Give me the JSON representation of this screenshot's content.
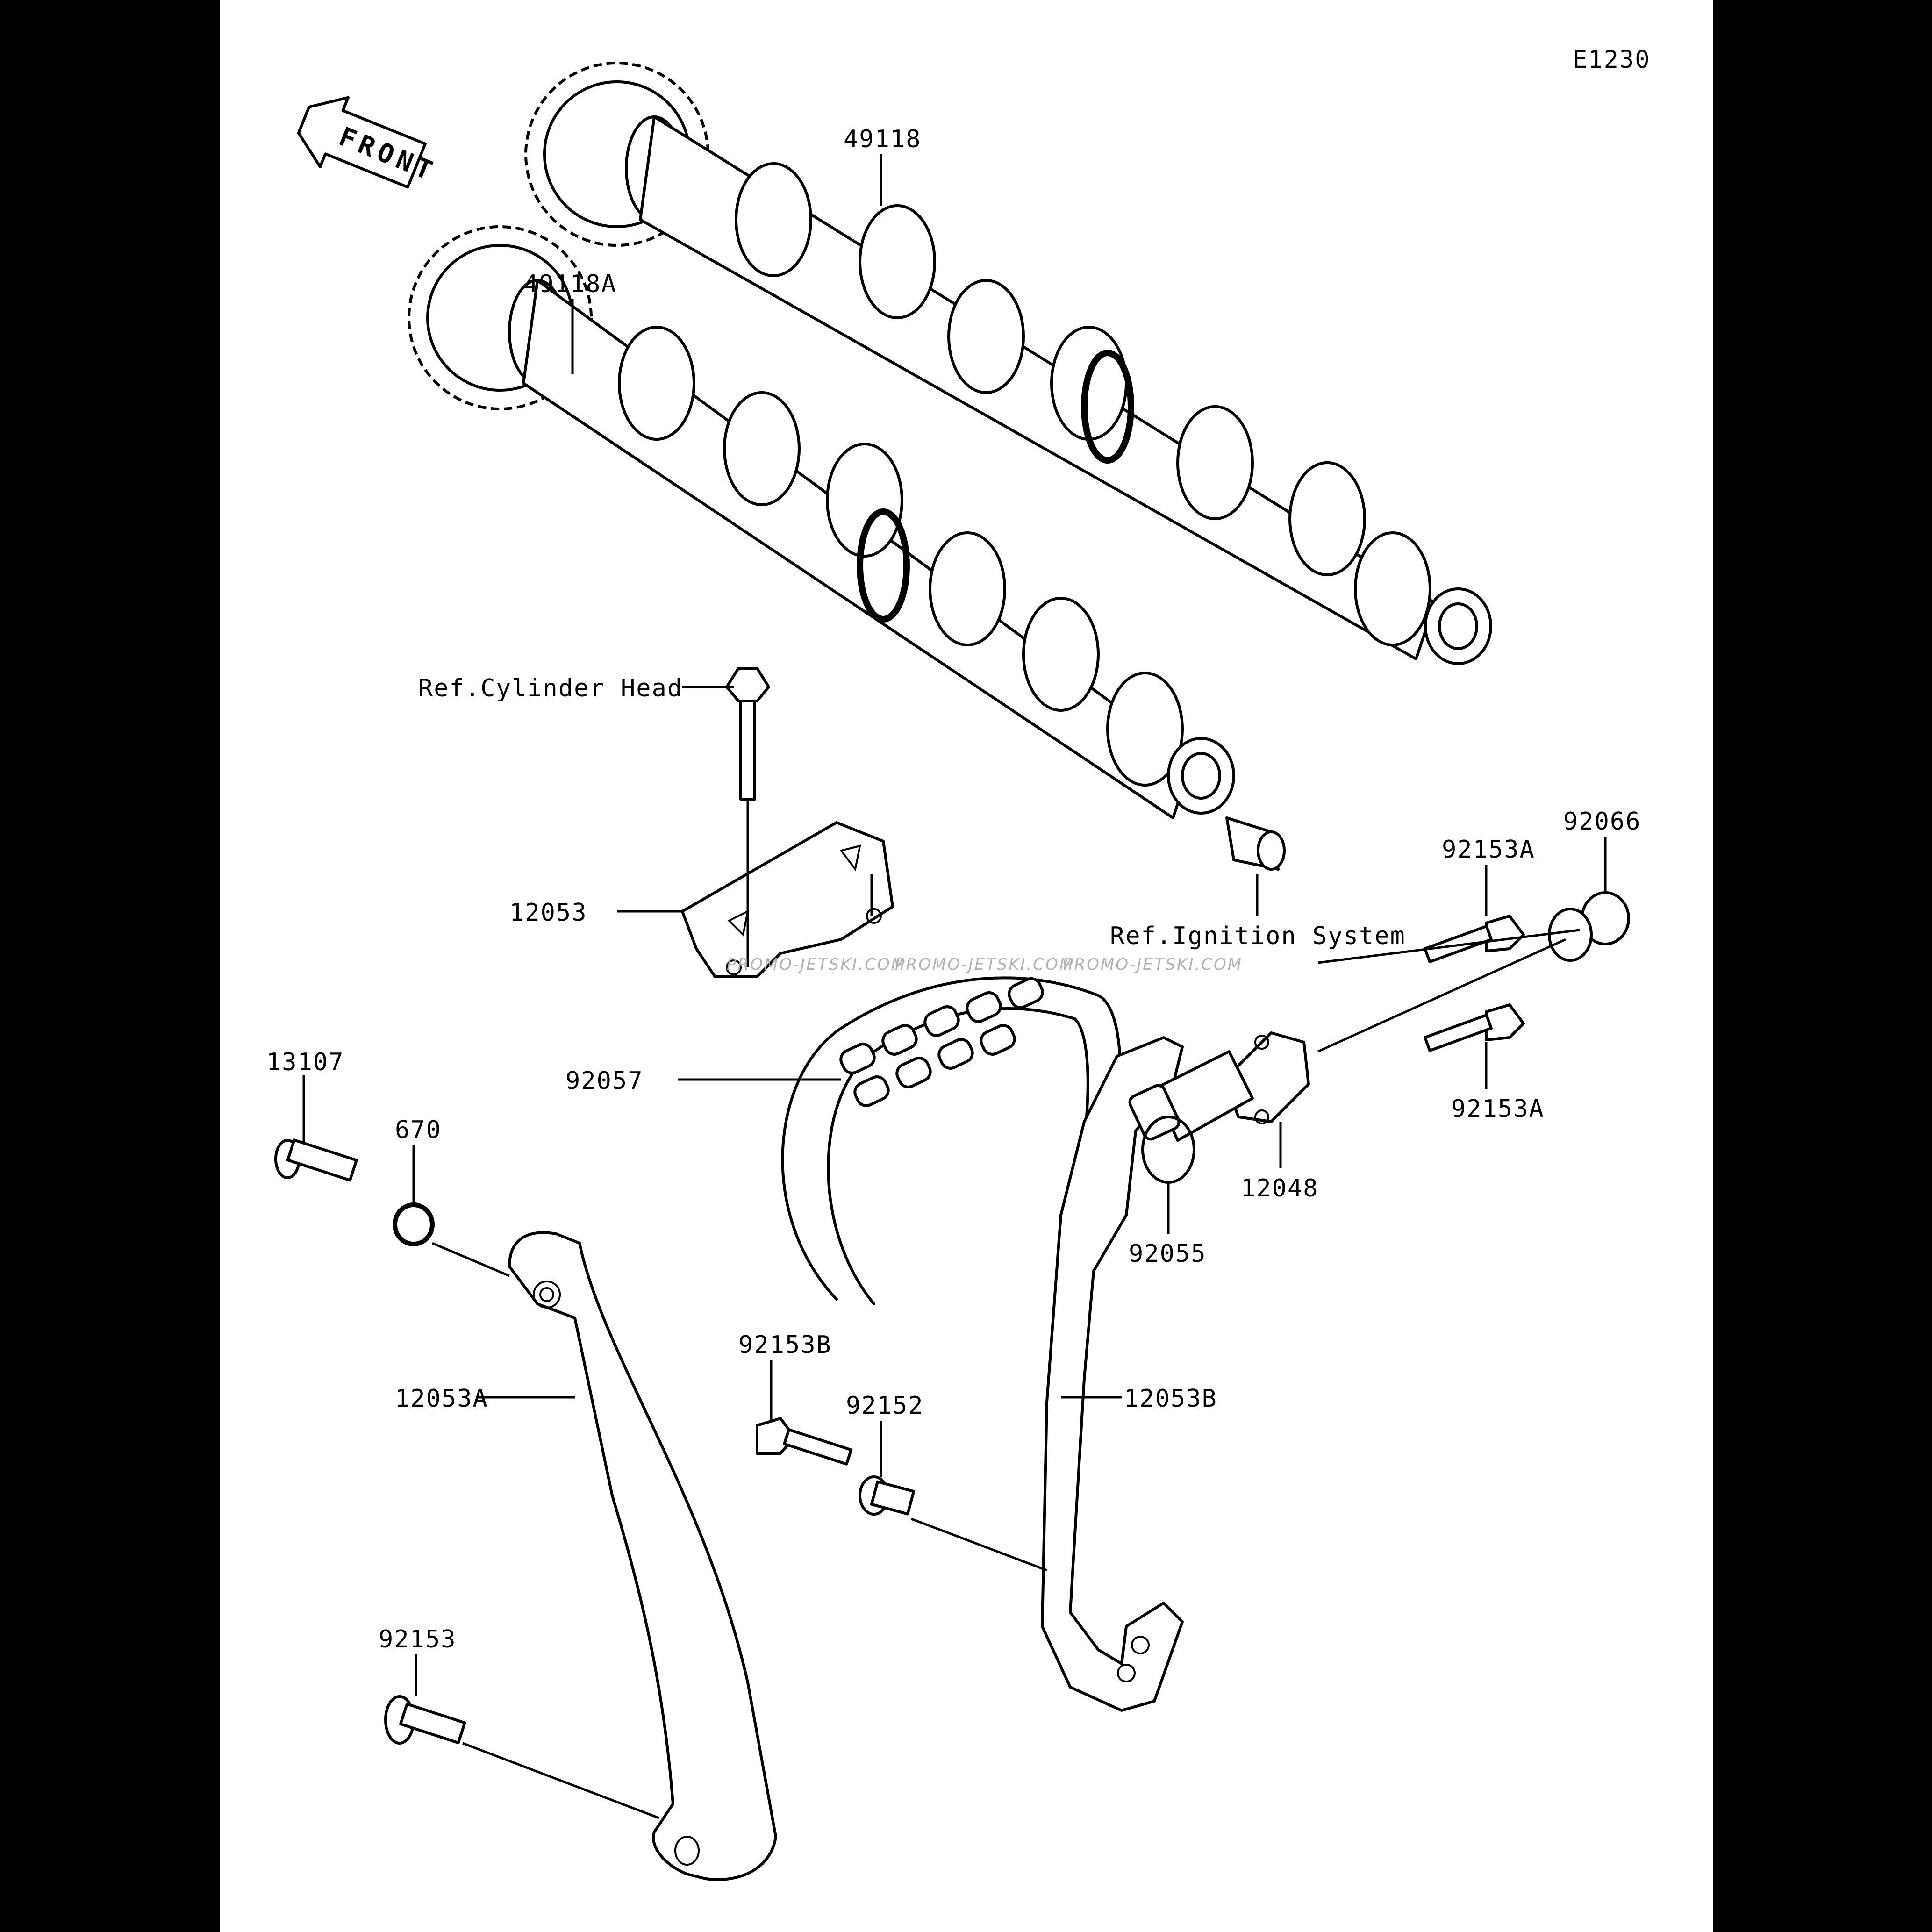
{
  "diagram_code": "E1230",
  "front_label": "FRONT",
  "watermark": "PROMO-JETSKI.COM",
  "callouts": [
    {
      "id": "c49118",
      "text": "49118"
    },
    {
      "id": "c49118a",
      "text": "49118A"
    },
    {
      "id": "ref-head",
      "text": "Ref.Cylinder Head"
    },
    {
      "id": "c12053",
      "text": "12053"
    },
    {
      "id": "ref-ign",
      "text": "Ref.Ignition System"
    },
    {
      "id": "c92153a-top",
      "text": "92153A"
    },
    {
      "id": "c92066",
      "text": "92066"
    },
    {
      "id": "c92153a-bot",
      "text": "92153A"
    },
    {
      "id": "c12048",
      "text": "12048"
    },
    {
      "id": "c92055",
      "text": "92055"
    },
    {
      "id": "c13107",
      "text": "13107"
    },
    {
      "id": "c670",
      "text": "670"
    },
    {
      "id": "c92057",
      "text": "92057"
    },
    {
      "id": "c12053a",
      "text": "12053A"
    },
    {
      "id": "c92153b",
      "text": "92153B"
    },
    {
      "id": "c92152",
      "text": "92152"
    },
    {
      "id": "c12053b",
      "text": "12053B"
    },
    {
      "id": "c92153",
      "text": "92153"
    }
  ]
}
